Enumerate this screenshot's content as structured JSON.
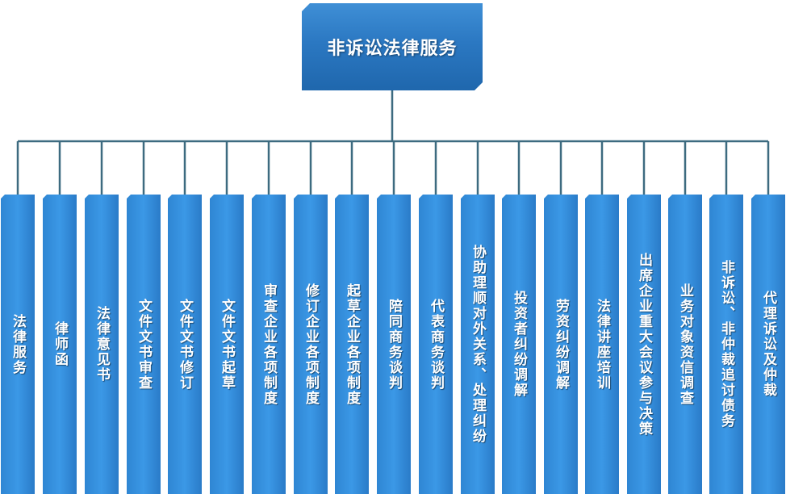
{
  "root": {
    "title": "非诉讼法律服务"
  },
  "children": [
    {
      "label": "法律服务"
    },
    {
      "label": "律师函"
    },
    {
      "label": "法律意见书"
    },
    {
      "label": "文件文书审查"
    },
    {
      "label": "文件文书修订"
    },
    {
      "label": "文件文书起草"
    },
    {
      "label": "审查企业各项制度"
    },
    {
      "label": "修订企业各项制度"
    },
    {
      "label": "起草企业各项制度"
    },
    {
      "label": "陪同商务谈判"
    },
    {
      "label": "代表商务谈判"
    },
    {
      "label": "协助理顺对外关系、处理纠纷"
    },
    {
      "label": "投资者纠纷调解"
    },
    {
      "label": "劳资纠纷调解"
    },
    {
      "label": "法律讲座培训"
    },
    {
      "label": "出席企业重大会议参与决策"
    },
    {
      "label": "业务对象资信调查"
    },
    {
      "label": "非诉讼、非仲裁追讨债务"
    },
    {
      "label": "代理诉讼及仲裁"
    }
  ],
  "colors": {
    "box_fill": "#2b7fc9",
    "connector": "#3d6b80",
    "text": "#ffffff"
  }
}
